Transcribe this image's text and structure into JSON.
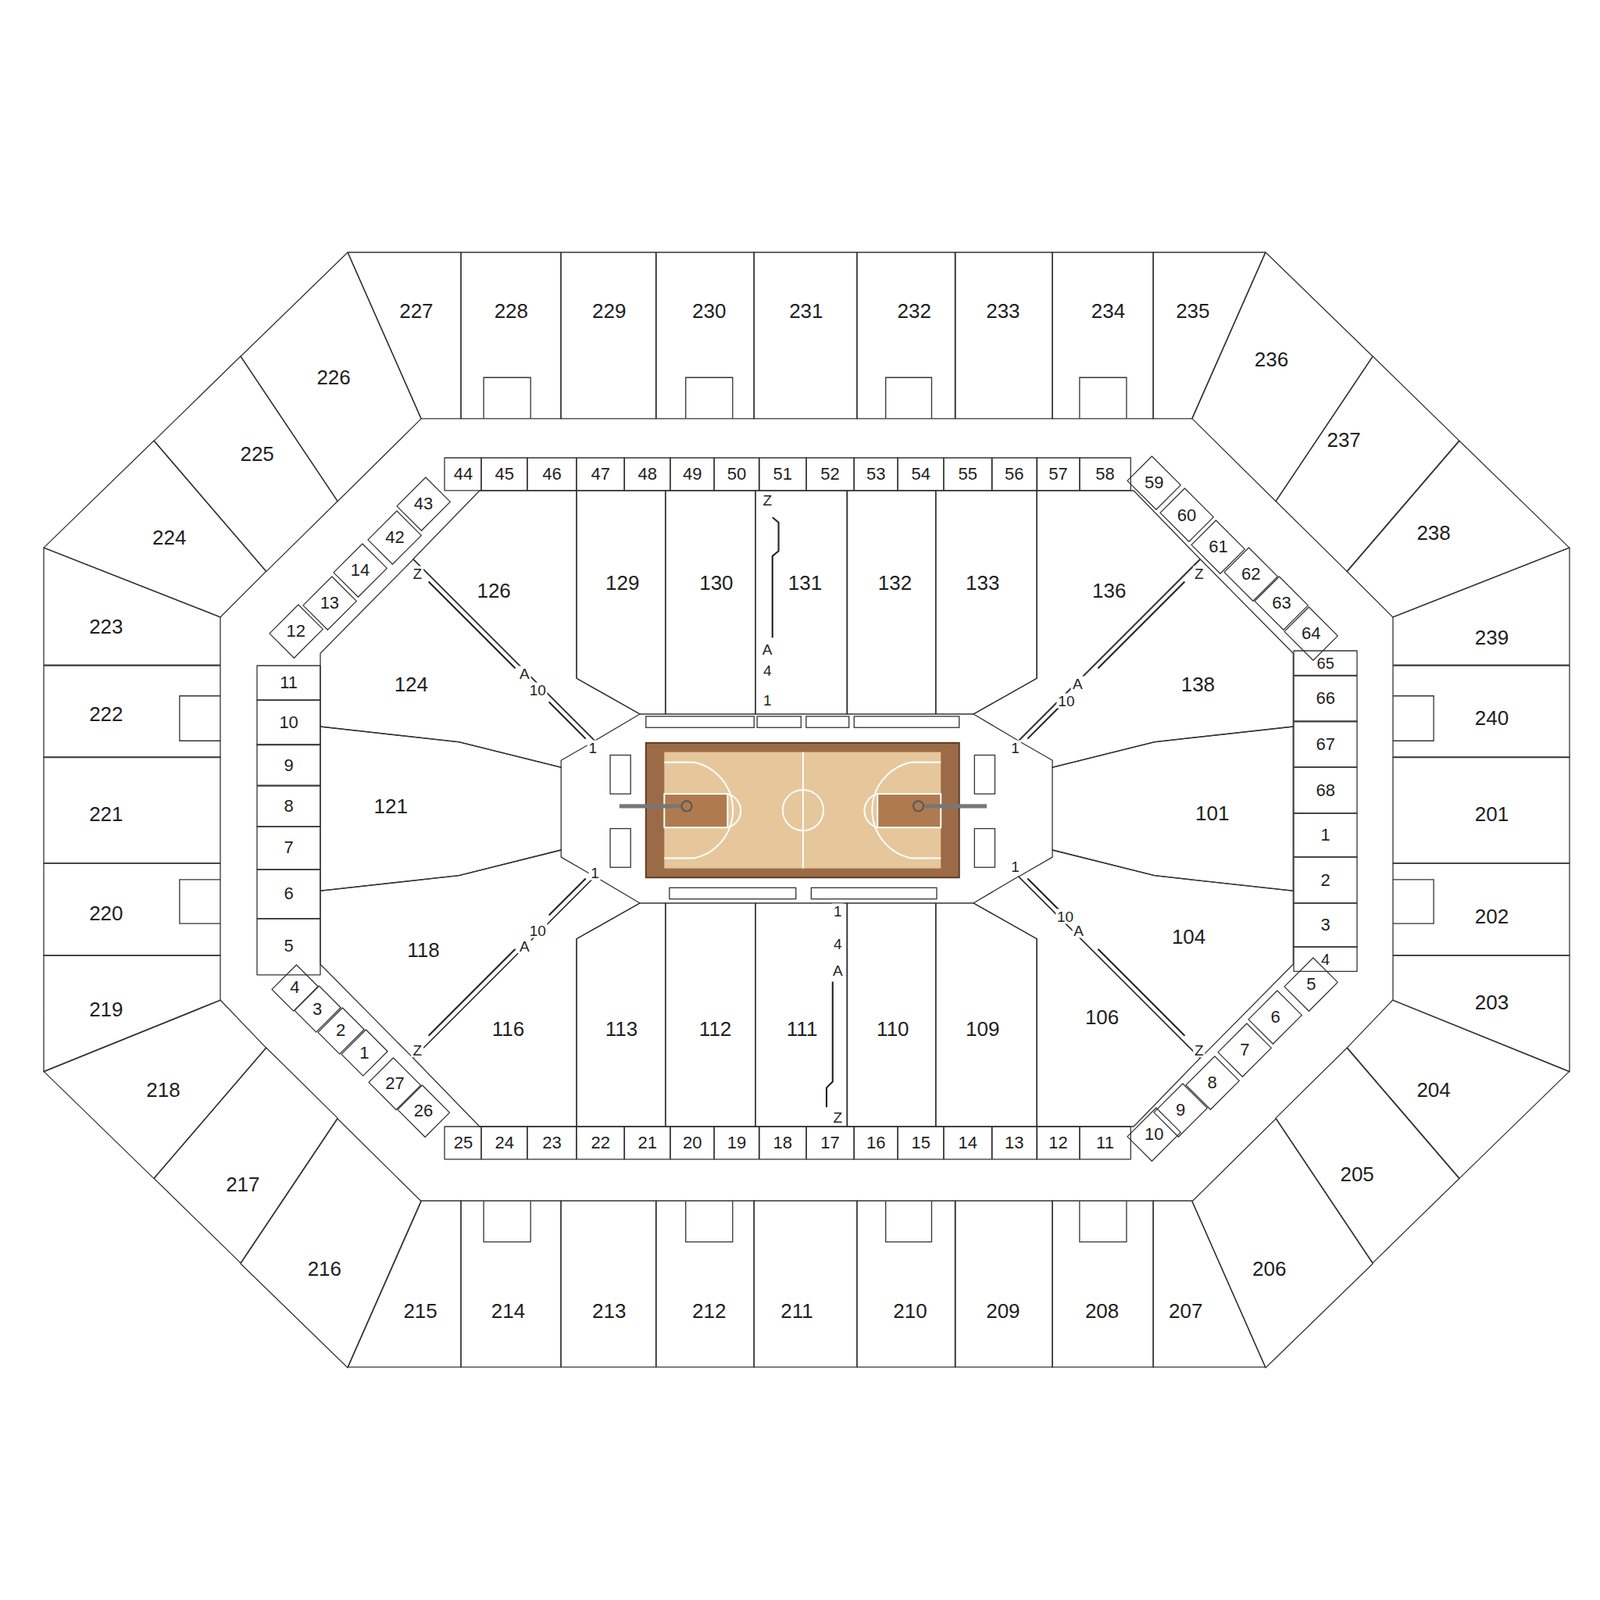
{
  "diagram": {
    "nodes": [
      {
        "text": [
          "201"
        ]
      },
      {
        "text": [
          "202"
        ]
      },
      {
        "text": [
          "203"
        ]
      },
      {
        "text": [
          "204"
        ]
      },
      {
        "text": [
          "205"
        ]
      },
      {
        "text": [
          "206"
        ]
      },
      {
        "text": [
          "207"
        ]
      },
      {
        "text": [
          "208"
        ]
      },
      {
        "text": [
          "209"
        ]
      },
      {
        "text": [
          "210"
        ]
      },
      {
        "text": [
          "211"
        ]
      },
      {
        "text": [
          "212"
        ]
      },
      {
        "text": [
          "213"
        ]
      },
      {
        "text": [
          "214"
        ]
      },
      {
        "text": [
          "215"
        ]
      },
      {
        "text": [
          "216"
        ]
      },
      {
        "text": [
          "217"
        ]
      },
      {
        "text": [
          "218"
        ]
      },
      {
        "text": [
          "219"
        ]
      },
      {
        "text": [
          "220"
        ]
      },
      {
        "text": [
          "221"
        ]
      },
      {
        "text": [
          "222"
        ]
      },
      {
        "text": [
          "223"
        ]
      },
      {
        "text": [
          "224"
        ]
      },
      {
        "text": [
          "225"
        ]
      },
      {
        "text": [
          "226"
        ]
      },
      {
        "text": [
          "227"
        ]
      },
      {
        "text": [
          "228"
        ]
      },
      {
        "text": [
          "229"
        ]
      },
      {
        "text": [
          "230"
        ]
      },
      {
        "text": [
          "231"
        ]
      },
      {
        "text": [
          "232"
        ]
      },
      {
        "text": [
          "233"
        ]
      },
      {
        "text": [
          "234"
        ]
      },
      {
        "text": [
          "235"
        ]
      },
      {
        "text": [
          "236"
        ]
      },
      {
        "text": [
          "237"
        ]
      },
      {
        "text": [
          "238"
        ]
      },
      {
        "text": [
          "239"
        ]
      },
      {
        "text": [
          "240"
        ]
      },
      {
        "text": [
          "1"
        ]
      },
      {
        "text": [
          "2"
        ]
      },
      {
        "text": [
          "3"
        ]
      },
      {
        "text": [
          "4"
        ]
      },
      {
        "text": [
          "5"
        ]
      },
      {
        "text": [
          "6"
        ]
      },
      {
        "text": [
          "7"
        ]
      },
      {
        "text": [
          "8"
        ]
      },
      {
        "text": [
          "9"
        ]
      },
      {
        "text": [
          "10"
        ]
      },
      {
        "text": [
          "11"
        ]
      },
      {
        "text": [
          "12"
        ]
      },
      {
        "text": [
          "13"
        ]
      },
      {
        "text": [
          "14"
        ]
      },
      {
        "text": [
          "15"
        ]
      },
      {
        "text": [
          "16"
        ]
      },
      {
        "text": [
          "17"
        ]
      },
      {
        "text": [
          "18"
        ]
      },
      {
        "text": [
          "19"
        ]
      },
      {
        "text": [
          "20"
        ]
      },
      {
        "text": [
          "21"
        ]
      },
      {
        "text": [
          "22"
        ]
      },
      {
        "text": [
          "23"
        ]
      },
      {
        "text": [
          "24"
        ]
      },
      {
        "text": [
          "25"
        ]
      },
      {
        "text": [
          "26"
        ]
      },
      {
        "text": [
          "27"
        ]
      },
      {
        "text": [
          "1"
        ]
      },
      {
        "text": [
          "2"
        ]
      },
      {
        "text": [
          "3"
        ]
      },
      {
        "text": [
          "4"
        ]
      },
      {
        "text": [
          "5"
        ]
      },
      {
        "text": [
          "6"
        ]
      },
      {
        "text": [
          "7"
        ]
      },
      {
        "text": [
          "8"
        ]
      },
      {
        "text": [
          "9"
        ]
      },
      {
        "text": [
          "10"
        ]
      },
      {
        "text": [
          "11"
        ]
      },
      {
        "text": [
          "12"
        ]
      },
      {
        "text": [
          "13"
        ]
      },
      {
        "text": [
          "14"
        ]
      },
      {
        "text": [
          "42"
        ]
      },
      {
        "text": [
          "43"
        ]
      },
      {
        "text": [
          "44"
        ]
      },
      {
        "text": [
          "45"
        ]
      },
      {
        "text": [
          "46"
        ]
      },
      {
        "text": [
          "47"
        ]
      },
      {
        "text": [
          "48"
        ]
      },
      {
        "text": [
          "49"
        ]
      },
      {
        "text": [
          "50"
        ]
      },
      {
        "text": [
          "51"
        ]
      },
      {
        "text": [
          "52"
        ]
      },
      {
        "text": [
          "53"
        ]
      },
      {
        "text": [
          "54"
        ]
      },
      {
        "text": [
          "55"
        ]
      },
      {
        "text": [
          "56"
        ]
      },
      {
        "text": [
          "57"
        ]
      },
      {
        "text": [
          "58"
        ]
      },
      {
        "text": [
          "59"
        ]
      },
      {
        "text": [
          "60"
        ]
      },
      {
        "text": [
          "61"
        ]
      },
      {
        "text": [
          "62"
        ]
      },
      {
        "text": [
          "63"
        ]
      },
      {
        "text": [
          "64"
        ]
      },
      {
        "text": [
          "65"
        ]
      },
      {
        "text": [
          "66"
        ]
      },
      {
        "text": [
          "67"
        ]
      },
      {
        "text": [
          "68"
        ]
      },
      {
        "text": [
          "101"
        ]
      },
      {
        "text": [
          "104"
        ]
      },
      {
        "text": [
          "106"
        ]
      },
      {
        "text": [
          "109"
        ]
      },
      {
        "text": [
          "110"
        ]
      },
      {
        "text": [
          "111"
        ]
      },
      {
        "text": [
          "112"
        ]
      },
      {
        "text": [
          "113"
        ]
      },
      {
        "text": [
          "116"
        ]
      },
      {
        "text": [
          "118"
        ]
      },
      {
        "text": [
          "121"
        ]
      },
      {
        "text": [
          "124"
        ]
      },
      {
        "text": [
          "126"
        ]
      },
      {
        "text": [
          "129"
        ]
      },
      {
        "text": [
          "130"
        ]
      },
      {
        "text": [
          "131"
        ]
      },
      {
        "text": [
          "132"
        ]
      },
      {
        "text": [
          "133"
        ]
      },
      {
        "text": [
          "136"
        ]
      },
      {
        "text": [
          "138"
        ]
      }
    ],
    "labels": [
      "Z",
      "A",
      "4",
      "1",
      "Z",
      "A",
      "10",
      "1",
      "Z",
      "A",
      "10",
      "1",
      "1",
      "10",
      "A",
      "Z",
      "1",
      "4",
      "A",
      "Z",
      "1",
      "10",
      "A",
      "Z"
    ]
  }
}
